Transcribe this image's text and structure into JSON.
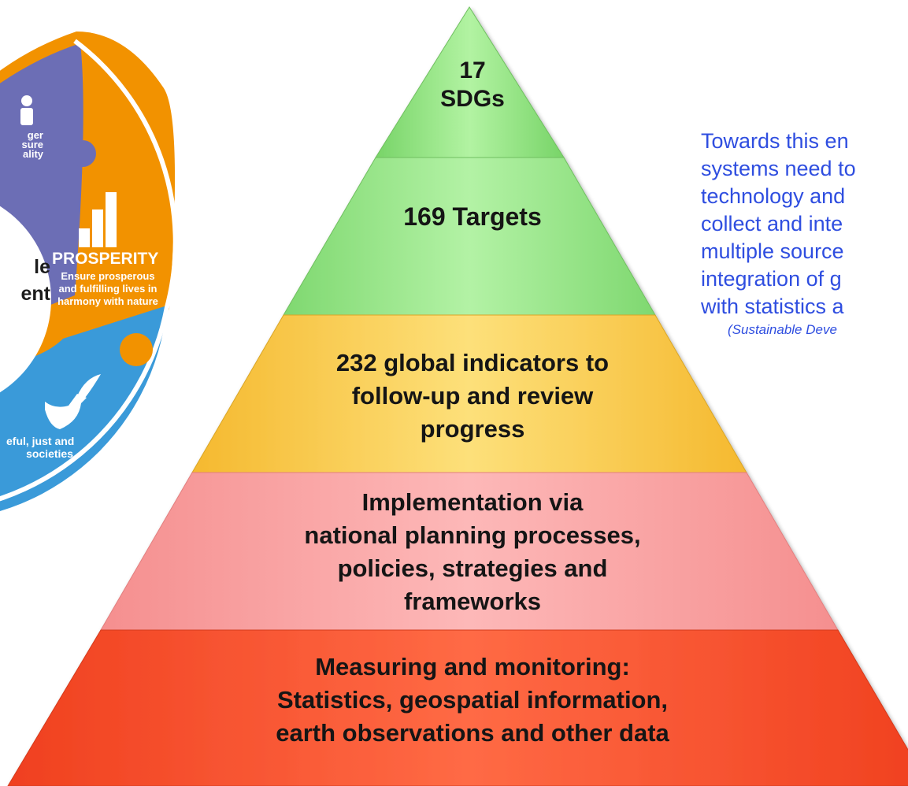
{
  "wheel": {
    "people_text": [
      "ger",
      "sure",
      "ality"
    ],
    "prosperity_title": "PROSPERITY",
    "prosperity_desc": [
      "Ensure prosperous",
      "and fulfilling lives in",
      "harmony with nature"
    ],
    "center_text": [
      "le",
      "ent"
    ],
    "peace_desc": [
      "eful, just and",
      "societies"
    ],
    "colors": {
      "people": "#6c6eb5",
      "prosperity": "#f29200",
      "peace": "#3a9ad9"
    }
  },
  "pyramid": {
    "tiers": [
      {
        "lines": [
          "17",
          "SDGs"
        ],
        "color": "#97e885"
      },
      {
        "lines": [
          "169 Targets"
        ],
        "color": "#9ae88b"
      },
      {
        "lines": [
          "232 global indicators to",
          "follow-up and review",
          "progress"
        ],
        "color": "#fcd24f"
      },
      {
        "lines": [
          "Implementation via",
          "national planning processes,",
          "policies, strategies and",
          "frameworks"
        ],
        "color": "#fba3a3"
      },
      {
        "lines": [
          "Measuring and monitoring:",
          "Statistics, geospatial information,",
          "earth observations and other data"
        ],
        "color": "#fb5533"
      }
    ]
  },
  "side_text": {
    "lines": [
      "Towards this en",
      "systems need to",
      "technology and",
      "collect and inte",
      "multiple source",
      "integration of g",
      "with statistics a"
    ],
    "source": "(Sustainable Deve"
  }
}
